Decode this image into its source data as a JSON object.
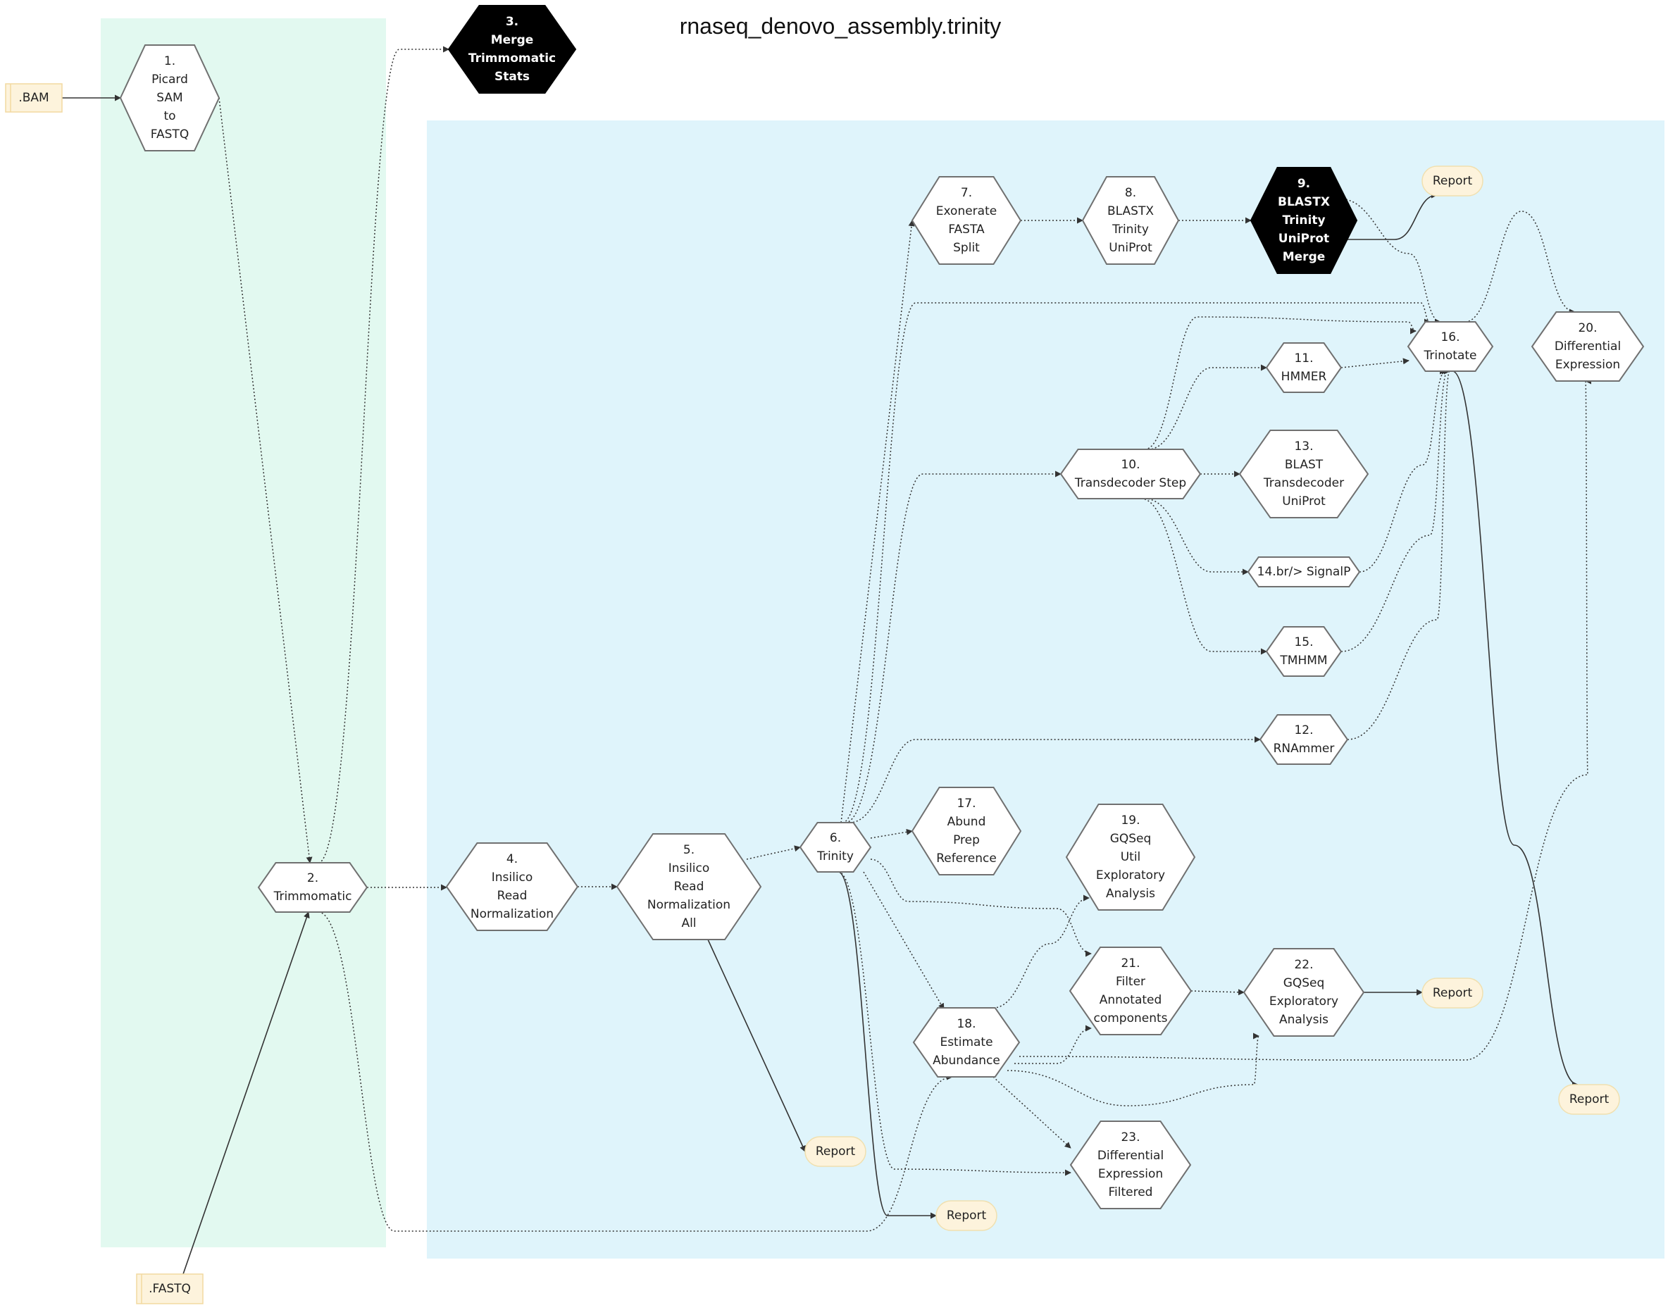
{
  "title": "rnaseq_denovo_assembly.trinity",
  "colors": {
    "cluster_green": "#e2f9f0",
    "cluster_blue": "#dff4fb",
    "node_fill": "#ffffff",
    "node_stroke": "#707070",
    "dark_fill": "#000000",
    "report_fill": "#fdf3dc",
    "report_stroke": "#f0e0b0",
    "input_fill": "#fdf3dc",
    "input_stroke": "#f2d9a0"
  },
  "nodes": {
    "bam": {
      "label": [
        ".BAM"
      ],
      "kind": "input",
      "icon": "file-input-icon"
    },
    "fastq": {
      "label": [
        ".FASTQ"
      ],
      "kind": "input",
      "icon": "file-input-icon"
    },
    "n1": {
      "label": [
        "1.",
        "Picard",
        "SAM",
        "to",
        "FASTQ"
      ],
      "kind": "step"
    },
    "n2": {
      "label": [
        "2.",
        "Trimmomatic"
      ],
      "kind": "step"
    },
    "n3": {
      "label": [
        "3.",
        "Merge",
        "Trimmomatic",
        "Stats"
      ],
      "kind": "dark"
    },
    "n4": {
      "label": [
        "4.",
        "Insilico",
        "Read",
        "Normalization"
      ],
      "kind": "step"
    },
    "n5": {
      "label": [
        "5.",
        "Insilico",
        "Read",
        "Normalization",
        "All"
      ],
      "kind": "step"
    },
    "n6": {
      "label": [
        "6.",
        "Trinity"
      ],
      "kind": "step"
    },
    "n7": {
      "label": [
        "7.",
        "Exonerate",
        "FASTA",
        "Split"
      ],
      "kind": "step"
    },
    "n8": {
      "label": [
        "8.",
        "BLASTX",
        "Trinity",
        "UniProt"
      ],
      "kind": "step"
    },
    "n9": {
      "label": [
        "9.",
        "BLASTX",
        "Trinity",
        "UniProt",
        "Merge"
      ],
      "kind": "dark"
    },
    "n10": {
      "label": [
        "10.",
        "Transdecoder Step"
      ],
      "kind": "step"
    },
    "n11": {
      "label": [
        "11.",
        "HMMER"
      ],
      "kind": "step"
    },
    "n12": {
      "label": [
        "12.",
        "RNAmmer"
      ],
      "kind": "step"
    },
    "n13": {
      "label": [
        "13.",
        "BLAST",
        "Transdecoder",
        "UniProt"
      ],
      "kind": "step"
    },
    "n14": {
      "label": [
        "14.br/> SignalP"
      ],
      "kind": "step"
    },
    "n15": {
      "label": [
        "15.",
        "TMHMM"
      ],
      "kind": "step"
    },
    "n16": {
      "label": [
        "16.",
        "Trinotate"
      ],
      "kind": "step"
    },
    "n17": {
      "label": [
        "17.",
        "Abund",
        "Prep",
        "Reference"
      ],
      "kind": "step"
    },
    "n18": {
      "label": [
        "18.",
        "Estimate",
        "Abundance"
      ],
      "kind": "step"
    },
    "n19": {
      "label": [
        "19.",
        "GQSeq",
        "Util",
        "Exploratory",
        "Analysis"
      ],
      "kind": "step"
    },
    "n20": {
      "label": [
        "20.",
        "Differential",
        "Expression"
      ],
      "kind": "step"
    },
    "n21": {
      "label": [
        "21.",
        "Filter",
        "Annotated",
        "components"
      ],
      "kind": "step"
    },
    "n22": {
      "label": [
        "22.",
        "GQSeq",
        "Exploratory",
        "Analysis"
      ],
      "kind": "step"
    },
    "n23": {
      "label": [
        "23.",
        "Differential",
        "Expression",
        "Filtered"
      ],
      "kind": "step"
    },
    "r5": {
      "label": [
        "Report"
      ],
      "kind": "report"
    },
    "r6": {
      "label": [
        "Report"
      ],
      "kind": "report"
    },
    "r9": {
      "label": [
        "Report"
      ],
      "kind": "report"
    },
    "r16": {
      "label": [
        "Report"
      ],
      "kind": "report"
    },
    "r22": {
      "label": [
        "Report"
      ],
      "kind": "report"
    }
  },
  "edges": [
    {
      "from": "bam",
      "to": "n1",
      "style": "solid"
    },
    {
      "from": "fastq",
      "to": "n2",
      "style": "solid"
    },
    {
      "from": "n1",
      "to": "n2",
      "style": "dotted"
    },
    {
      "from": "n2",
      "to": "n3",
      "style": "dotted"
    },
    {
      "from": "n2",
      "to": "n4",
      "style": "dotted"
    },
    {
      "from": "n2",
      "to": "n18",
      "style": "dotted"
    },
    {
      "from": "n4",
      "to": "n5",
      "style": "dotted"
    },
    {
      "from": "n5",
      "to": "n6",
      "style": "dotted"
    },
    {
      "from": "n5",
      "to": "r5",
      "style": "solid"
    },
    {
      "from": "n6",
      "to": "n7",
      "style": "dotted"
    },
    {
      "from": "n6",
      "to": "n16",
      "style": "dotted"
    },
    {
      "from": "n6",
      "to": "n10",
      "style": "dotted"
    },
    {
      "from": "n6",
      "to": "n12",
      "style": "dotted"
    },
    {
      "from": "n6",
      "to": "n17",
      "style": "dotted"
    },
    {
      "from": "n6",
      "to": "n21",
      "style": "dotted"
    },
    {
      "from": "n6",
      "to": "n18",
      "style": "dotted"
    },
    {
      "from": "n6",
      "to": "n23",
      "style": "dotted"
    },
    {
      "from": "n6",
      "to": "r6",
      "style": "solid"
    },
    {
      "from": "n7",
      "to": "n8",
      "style": "dotted"
    },
    {
      "from": "n8",
      "to": "n9",
      "style": "dotted"
    },
    {
      "from": "n9",
      "to": "n16",
      "style": "dotted"
    },
    {
      "from": "n9",
      "to": "r9",
      "style": "solid"
    },
    {
      "from": "n10",
      "to": "n16",
      "style": "dotted"
    },
    {
      "from": "n10",
      "to": "n11",
      "style": "dotted"
    },
    {
      "from": "n10",
      "to": "n13",
      "style": "dotted"
    },
    {
      "from": "n10",
      "to": "n14",
      "style": "dotted"
    },
    {
      "from": "n10",
      "to": "n15",
      "style": "dotted"
    },
    {
      "from": "n11",
      "to": "n16",
      "style": "dotted"
    },
    {
      "from": "n14",
      "to": "n16",
      "style": "dotted"
    },
    {
      "from": "n15",
      "to": "n16",
      "style": "dotted"
    },
    {
      "from": "n12",
      "to": "n16",
      "style": "dotted"
    },
    {
      "from": "n16",
      "to": "n20",
      "style": "dotted"
    },
    {
      "from": "n16",
      "to": "r16",
      "style": "solid"
    },
    {
      "from": "n18",
      "to": "n19",
      "style": "dotted"
    },
    {
      "from": "n18",
      "to": "n21",
      "style": "dotted"
    },
    {
      "from": "n18",
      "to": "n22",
      "style": "dotted"
    },
    {
      "from": "n18",
      "to": "n20",
      "style": "dotted"
    },
    {
      "from": "n18",
      "to": "n23",
      "style": "dotted"
    },
    {
      "from": "n21",
      "to": "n22",
      "style": "dotted"
    },
    {
      "from": "n22",
      "to": "r22",
      "style": "solid"
    }
  ]
}
